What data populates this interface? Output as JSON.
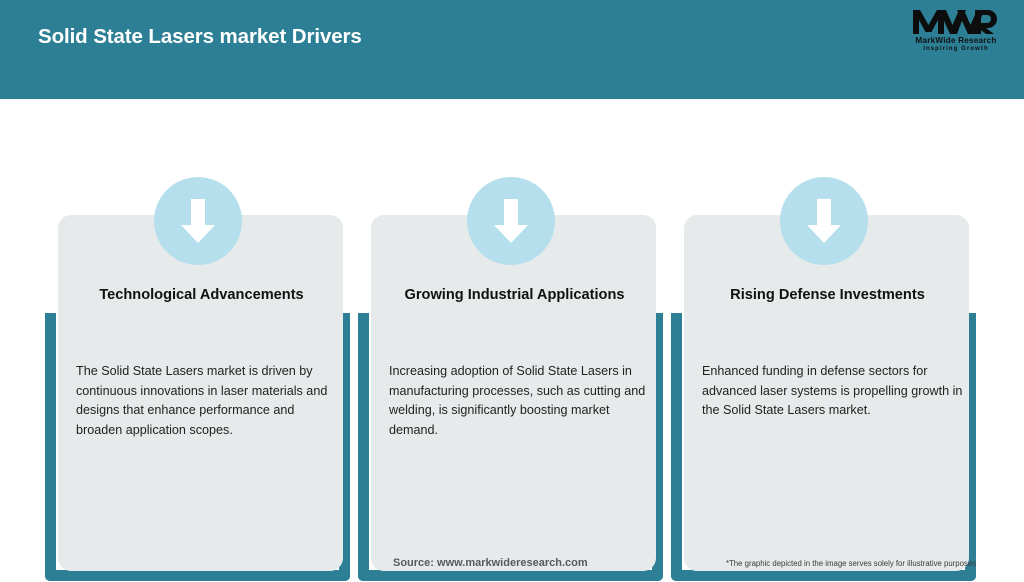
{
  "header": {
    "title": "Solid State Lasers market Drivers",
    "background_color": "#2d7f96",
    "title_color": "#ffffff"
  },
  "logo": {
    "mark_text": "MWR",
    "company_name": "MarkWide Research",
    "tagline": "Inspiring Growth"
  },
  "theme": {
    "teal": "#2d7f96",
    "card_grey": "#e6eaeb",
    "icon_blue": "#b5dfec",
    "arrow_white": "#ffffff"
  },
  "cards": [
    {
      "icon": "down-arrow-icon",
      "heading": "Technological Advancements",
      "body": "The Solid State Lasers market is driven by continuous innovations in laser materials and designs that enhance performance and broaden application scopes."
    },
    {
      "icon": "down-arrow-icon",
      "heading": "Growing Industrial Applications",
      "body": "Increasing adoption of Solid State Lasers in manufacturing processes, such as cutting and welding, is significantly boosting market demand."
    },
    {
      "icon": "down-arrow-icon",
      "heading": "Rising Defense Investments",
      "body": "Enhanced funding in defense sectors for advanced laser systems is propelling growth in the Solid State Lasers market."
    }
  ],
  "footer": {
    "source": "Source: www.markwideresearch.com",
    "disclaimer": "*The graphic depicted in the image serves solely for illustrative purposes"
  }
}
